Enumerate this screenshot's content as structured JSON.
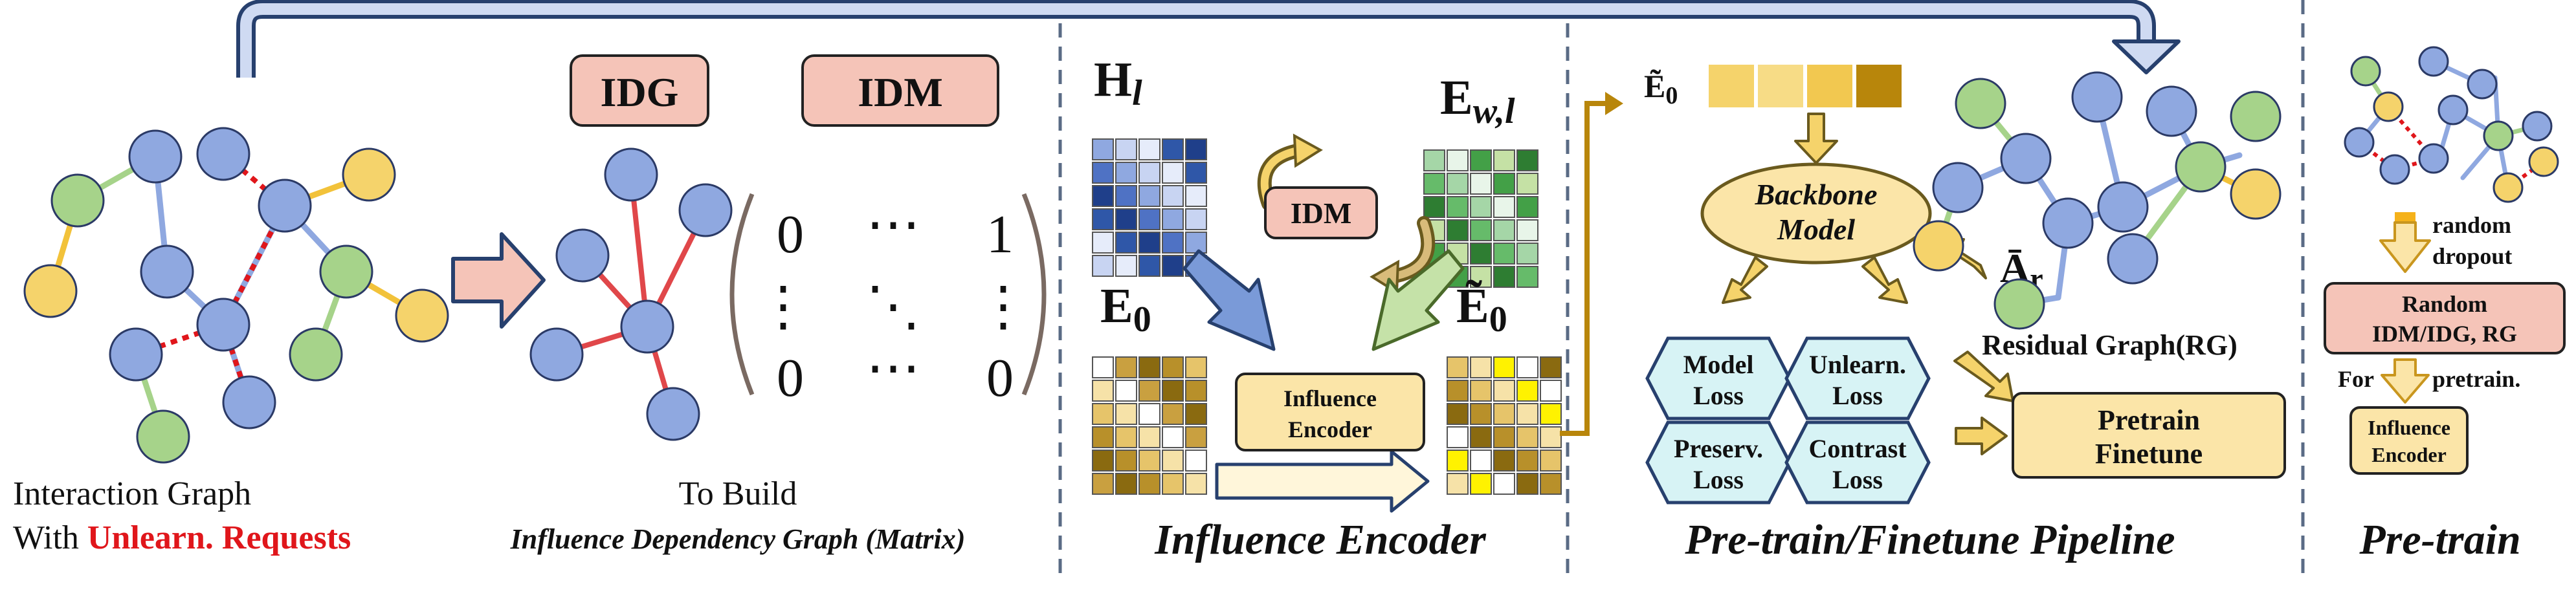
{
  "panel1": {
    "caption_line1": "Interaction Graph",
    "caption_line2_prefix": "With ",
    "caption_line2_highlight": "Unlearn. Requests"
  },
  "panel2": {
    "tag_idg": "IDG",
    "tag_idm": "IDM",
    "caption_line1": "To Build",
    "caption_line2": "Influence Dependency Graph (Matrix)",
    "matrix": {
      "top_left": "0",
      "top_mid": "⋯",
      "top_right": "1",
      "mid_left": "⋮",
      "mid_mid": "⋱",
      "mid_right": "⋮",
      "bot_left": "0",
      "bot_mid": "⋯",
      "bot_right": "0"
    }
  },
  "panel3": {
    "label_h": "H",
    "label_h_sub": "l",
    "label_e": "E",
    "label_e_sub": "w,l",
    "idm_label": "IDM",
    "label_e0": "E",
    "label_e0_sub": "0",
    "label_e0t": "Ẽ",
    "label_e0t_sub": "0",
    "encoder_line1": "Influence",
    "encoder_line2": "Encoder",
    "section_title": "Influence Encoder"
  },
  "panel4": {
    "label_e0t": "Ẽ",
    "label_e0t_sub": "0",
    "backbone_line1": "Backbone",
    "backbone_line2": "Model",
    "losses": [
      {
        "line1": "Model",
        "line2": "Loss"
      },
      {
        "line1": "Unlearn.",
        "line2": "Loss"
      },
      {
        "line1": "Preserv.",
        "line2": "Loss"
      },
      {
        "line1": "Contrast",
        "line2": "Loss"
      }
    ],
    "ar_label": "Ā",
    "ar_sub": "r",
    "residual_label": "Residual Graph(RG)",
    "pretrain_line1": "Pretrain",
    "pretrain_line2": "Finetune",
    "section_title": "Pre-train/Finetune Pipeline"
  },
  "panel5": {
    "random_line1": "random",
    "random_line2": "dropout",
    "box_line1": "Random",
    "box_line2": "IDM/IDG, RG",
    "for_label": "For",
    "pretrain_label": "pretrain.",
    "encoder_line1": "Influence",
    "encoder_line2": "Encoder",
    "section_title": "Pre-train"
  },
  "colors": {
    "node_blue": "#8fa8e0",
    "node_green": "#a6d38a",
    "node_yellow": "#f5d36b",
    "pink_box": "#f5c4b8",
    "cream_box": "#fbe5a8",
    "cyan_hex": "#d7f3f5",
    "red_text": "#e0161b",
    "dashed_line": "#5a6b85"
  }
}
